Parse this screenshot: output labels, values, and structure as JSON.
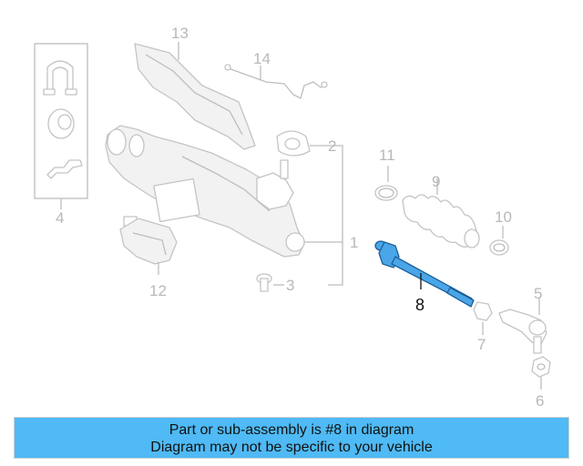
{
  "diagram": {
    "callouts": [
      {
        "id": "1",
        "label": "1"
      },
      {
        "id": "2",
        "label": "2"
      },
      {
        "id": "3",
        "label": "3"
      },
      {
        "id": "4",
        "label": "4"
      },
      {
        "id": "5",
        "label": "5"
      },
      {
        "id": "6",
        "label": "6"
      },
      {
        "id": "7",
        "label": "7"
      },
      {
        "id": "8",
        "label": "8"
      },
      {
        "id": "9",
        "label": "9"
      },
      {
        "id": "10",
        "label": "10"
      },
      {
        "id": "11",
        "label": "11"
      },
      {
        "id": "12",
        "label": "12"
      },
      {
        "id": "13",
        "label": "13"
      },
      {
        "id": "14",
        "label": "14"
      }
    ],
    "highlighted_part": "8",
    "colors": {
      "highlight": "#4aa6e6",
      "banner": "#4fbaf5",
      "line_art": "#c4c4c4"
    }
  },
  "banner": {
    "line1": "Part or sub-assembly is #8 in diagram",
    "line2": "Diagram may not be specific to your vehicle"
  }
}
